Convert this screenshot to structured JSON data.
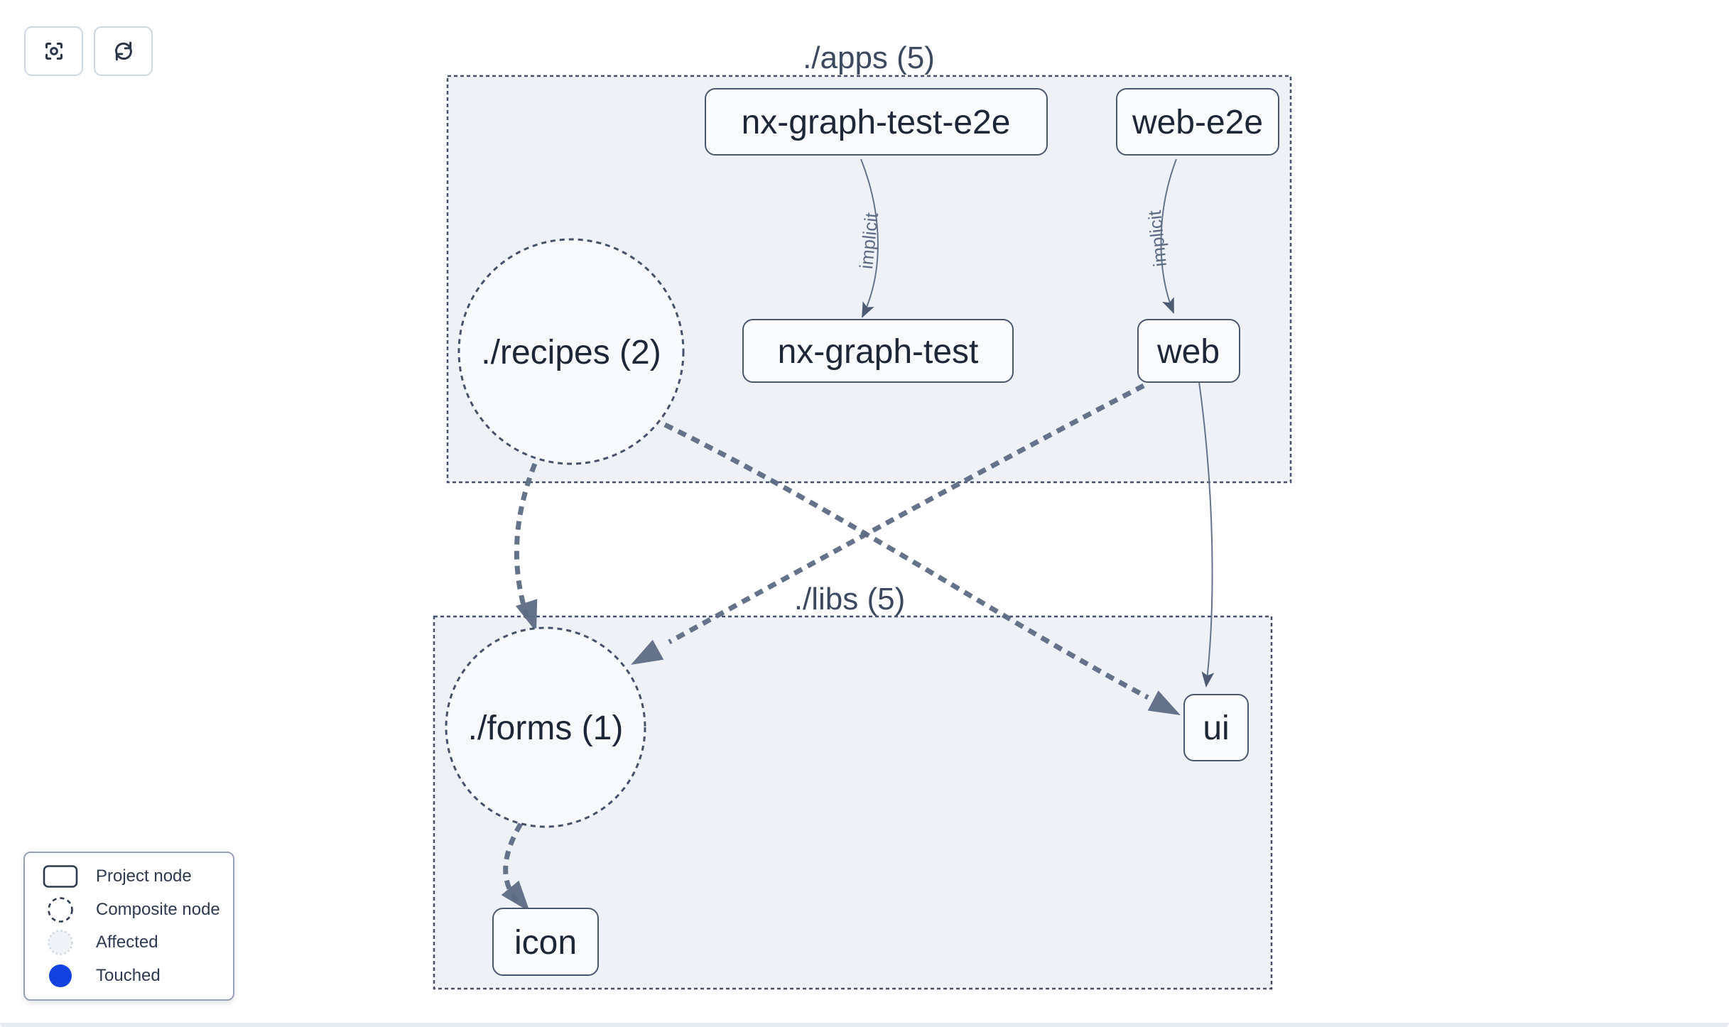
{
  "toolbar": {
    "buttons": [
      {
        "name": "center-graph",
        "icon": "focus-icon"
      },
      {
        "name": "refresh",
        "icon": "refresh-icon"
      }
    ]
  },
  "groups": [
    {
      "id": "apps",
      "label": "./apps (5)"
    },
    {
      "id": "libs",
      "label": "./libs (5)"
    }
  ],
  "nodes": [
    {
      "id": "nx-graph-test-e2e",
      "label": "nx-graph-test-e2e",
      "type": "project",
      "group": "apps"
    },
    {
      "id": "web-e2e",
      "label": "web-e2e",
      "type": "project",
      "group": "apps"
    },
    {
      "id": "recipes",
      "label": "./recipes (2)",
      "type": "composite",
      "group": "apps"
    },
    {
      "id": "nx-graph-test",
      "label": "nx-graph-test",
      "type": "project",
      "group": "apps"
    },
    {
      "id": "web",
      "label": "web",
      "type": "project",
      "group": "apps"
    },
    {
      "id": "forms",
      "label": "./forms (1)",
      "type": "composite",
      "group": "libs"
    },
    {
      "id": "ui",
      "label": "ui",
      "type": "project",
      "group": "libs"
    },
    {
      "id": "icon",
      "label": "icon",
      "type": "project",
      "group": "libs"
    }
  ],
  "edges": [
    {
      "from": "nx-graph-test-e2e",
      "to": "nx-graph-test",
      "label": "implicit",
      "style": "solid"
    },
    {
      "from": "web-e2e",
      "to": "web",
      "label": "implicit",
      "style": "solid"
    },
    {
      "from": "web",
      "to": "ui",
      "label": "",
      "style": "solid"
    },
    {
      "from": "recipes",
      "to": "forms",
      "label": "",
      "style": "dashed"
    },
    {
      "from": "recipes",
      "to": "ui",
      "label": "",
      "style": "dashed"
    },
    {
      "from": "web",
      "to": "forms",
      "label": "",
      "style": "dashed"
    },
    {
      "from": "forms",
      "to": "icon",
      "label": "",
      "style": "dashed"
    }
  ],
  "legend": {
    "items": [
      {
        "label": "Project node",
        "swatch": "project-node-swatch"
      },
      {
        "label": "Composite node",
        "swatch": "composite-node-swatch"
      },
      {
        "label": "Affected",
        "swatch": "affected-swatch"
      },
      {
        "label": "Touched",
        "swatch": "touched-swatch"
      }
    ]
  },
  "colors": {
    "canvas_background": "#ffffff",
    "group_fill": "#eef1f6",
    "outline_slate": "#45526a",
    "node_fill": "#fbfcfe",
    "node_text": "#1d2738",
    "edge_solid": "#64748b",
    "edge_dashed": "#5d6c84",
    "affected_fill": "#f0f3f7",
    "touched_blue": "#1243e0"
  }
}
